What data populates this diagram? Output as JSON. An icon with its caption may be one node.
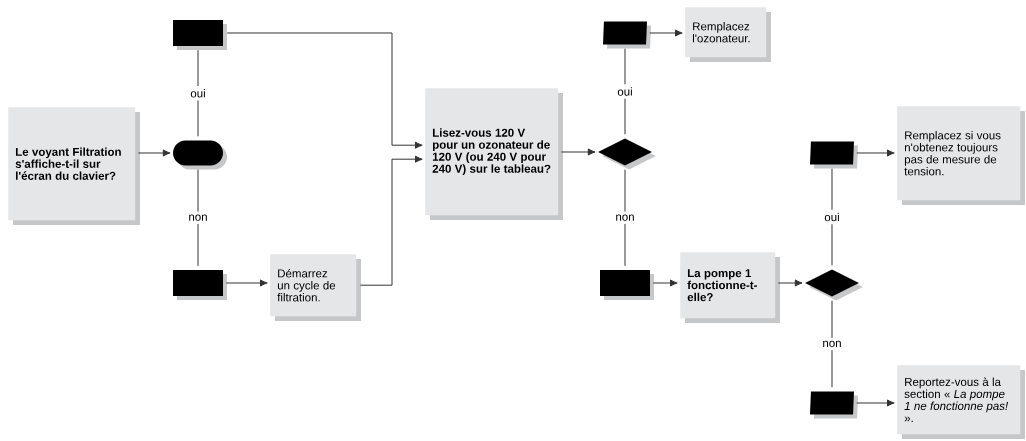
{
  "diagram": {
    "nodes": [
      {
        "text": [
          "Le voyant Filtration s'affiche-t-il sur l'écran du clavier?"
        ]
      },
      {
        "text": [],
        "shape": "box"
      },
      {
        "text": [],
        "shape": "oval"
      },
      {
        "text": [],
        "shape": "box"
      },
      {
        "text": [
          "Démarrez un cycle de filtration."
        ]
      },
      {
        "text": [
          "Lisez-vous 120 V pour un ozonateur de 120 V (ou 240 V pour 240 V) sur le tableau?"
        ]
      },
      {
        "text": [],
        "shape": "parallelogram"
      },
      {
        "text": [
          "Remplacez l'ozonateur."
        ]
      },
      {
        "text": [],
        "shape": "diamond"
      },
      {
        "text": [],
        "shape": "box"
      },
      {
        "text": [
          "La pompe 1 fonctionne-t-elle?"
        ]
      },
      {
        "text": [],
        "shape": "parallelogram"
      },
      {
        "text": [
          "Remplacez si vous n'obtenez toujours pas de mesure de tension."
        ]
      },
      {
        "text": [],
        "shape": "diamond"
      },
      {
        "text": [],
        "shape": "parallelogram"
      },
      {
        "text": [
          "Reportez-vous à la section « *La pompe 1 ne fonctionne pas!* »."
        ]
      }
    ],
    "edges": [
      {
        "from": 0,
        "to": 2,
        "arrow": "to"
      },
      {
        "from": 2,
        "to": 1,
        "arrow": "none",
        "label": "oui"
      },
      {
        "from": 2,
        "to": 3,
        "arrow": "none",
        "label": "non"
      },
      {
        "from": 3,
        "to": 4,
        "arrow": "to"
      },
      {
        "from": 1,
        "to": 5,
        "arrow": "to"
      },
      {
        "from": 4,
        "to": 5,
        "arrow": "to"
      },
      {
        "from": 5,
        "to": 8,
        "arrow": "to"
      },
      {
        "from": 8,
        "to": 6,
        "arrow": "none",
        "label": "oui"
      },
      {
        "from": 8,
        "to": 9,
        "arrow": "none",
        "label": "non"
      },
      {
        "from": 6,
        "to": 7,
        "arrow": "to"
      },
      {
        "from": 9,
        "to": 10,
        "arrow": "to"
      },
      {
        "from": 10,
        "to": 13,
        "arrow": "to"
      },
      {
        "from": 13,
        "to": 11,
        "arrow": "none",
        "label": "oui"
      },
      {
        "from": 13,
        "to": 14,
        "arrow": "none",
        "label": "non"
      },
      {
        "from": 11,
        "to": 12,
        "arrow": "to"
      },
      {
        "from": 14,
        "to": 15,
        "arrow": "to"
      }
    ]
  }
}
